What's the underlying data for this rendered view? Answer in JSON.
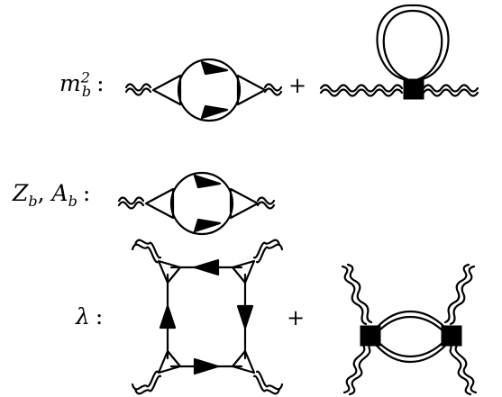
{
  "rows": [
    {
      "label": {
        "symbol": "m",
        "sub": "b",
        "sup": "2",
        "colon": ":"
      },
      "operator": "+"
    },
    {
      "label": {
        "text1": "Z",
        "sub1": "b",
        "sep": ", ",
        "text2": "A",
        "sub2": "b",
        "colon": ":"
      }
    },
    {
      "label": {
        "symbol": "λ",
        "colon": ":"
      },
      "operator": "+"
    }
  ]
}
